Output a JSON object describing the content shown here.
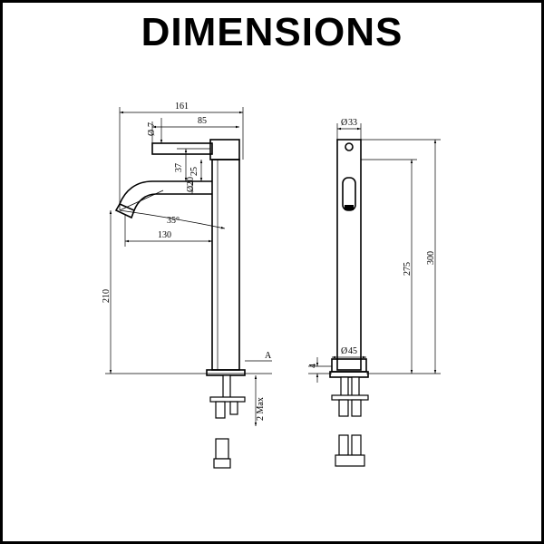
{
  "title": "DIMENSIONS",
  "colors": {
    "line": "#000000",
    "background": "#ffffff"
  },
  "side_view": {
    "overall_width": "161",
    "handle_length": "85",
    "handle_diameter": "7",
    "handle_height": "37",
    "small_step": "25",
    "spout_diameter": "20",
    "spout_angle": "35°",
    "spout_reach": "130",
    "spout_height": "210",
    "section_marker": "A",
    "clamp_max": "2 Max"
  },
  "front_view": {
    "top_diameter": "33",
    "base_diameter": "45",
    "body_height": "275",
    "overall_height": "300",
    "base_thickness": "4"
  }
}
